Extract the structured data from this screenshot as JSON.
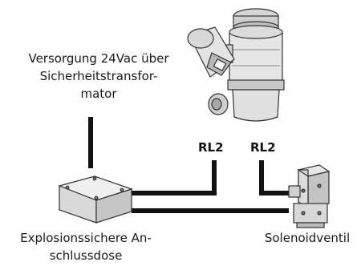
{
  "labels": {
    "supply": "Versorgung 24Vac über\nSicherheitstransfor-\nmator",
    "junction_box": "Explosionssichere An-\nschlussdose",
    "solenoid_valve": "Solenoidventil",
    "relay_left": "RL2",
    "relay_right": "RL2"
  },
  "colors": {
    "line": "#111111",
    "outline": "#333333",
    "fill_light": "#f2f2f2",
    "fill_mid": "#d6d6d6",
    "fill_dark": "#a8a8a8"
  },
  "icons": {
    "camera": "explosion-proof-ptz-camera-icon",
    "box": "junction-box-icon",
    "valve": "solenoid-valve-icon"
  }
}
